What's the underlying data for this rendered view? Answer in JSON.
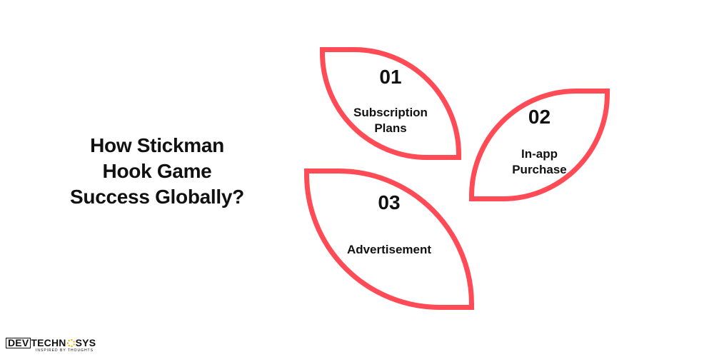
{
  "heading": {
    "lines": [
      "How Stickman",
      "Hook Game",
      "Success Globally?"
    ]
  },
  "cards": [
    {
      "number": "01",
      "label_lines": [
        "Subscription",
        "Plans"
      ]
    },
    {
      "number": "02",
      "label_lines": [
        "In-app",
        "Purchase"
      ]
    },
    {
      "number": "03",
      "label_lines": [
        "Advertisement"
      ]
    }
  ],
  "logo": {
    "part1": "DEV",
    "part2a": "TECHN",
    "part2b": "SYS",
    "tagline": "INSPIRED BY THOUGHTS"
  },
  "colors": {
    "accent": "#ff4b55",
    "text": "#111111",
    "logo_gear": "#f5a800"
  }
}
